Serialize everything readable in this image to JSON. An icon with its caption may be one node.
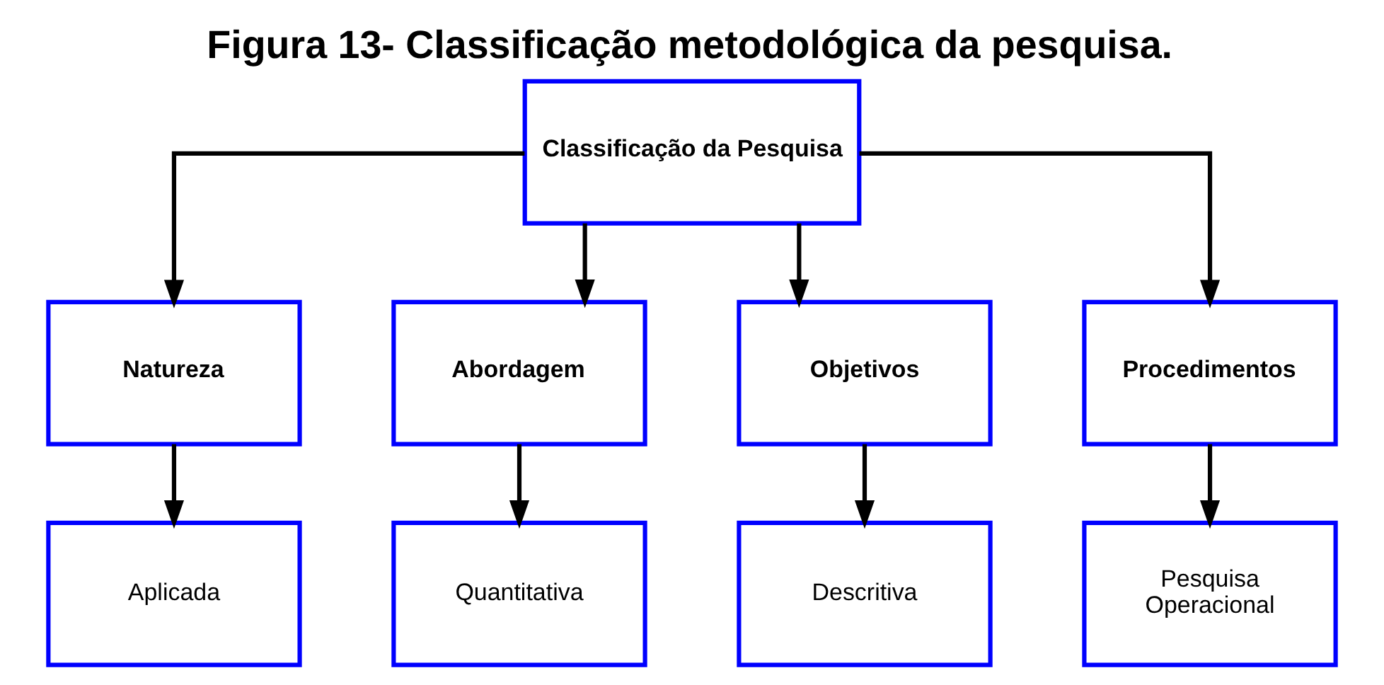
{
  "diagram": {
    "title": "Figura 13- Classificação metodológica da pesquisa.",
    "nodes": [
      {
        "text": [
          "Classificação da Pesquisa"
        ]
      },
      {
        "text": [
          "Natureza"
        ]
      },
      {
        "text": [
          "Abordagem"
        ]
      },
      {
        "text": [
          "Objetivos"
        ]
      },
      {
        "text": [
          "Procedimentos"
        ]
      },
      {
        "text": [
          "Aplicada"
        ]
      },
      {
        "text": [
          "Quantitativa"
        ]
      },
      {
        "text": [
          "Descritiva"
        ]
      },
      {
        "text": [
          "Pesquisa Operacional"
        ]
      }
    ],
    "edges": [
      {
        "from": 0,
        "to": 1,
        "arrow": "to"
      },
      {
        "from": 0,
        "to": 2,
        "arrow": "to"
      },
      {
        "from": 0,
        "to": 3,
        "arrow": "to"
      },
      {
        "from": 0,
        "to": 4,
        "arrow": "to"
      },
      {
        "from": 1,
        "to": 5,
        "arrow": "to"
      },
      {
        "from": 2,
        "to": 6,
        "arrow": "to"
      },
      {
        "from": 3,
        "to": 7,
        "arrow": "to"
      },
      {
        "from": 4,
        "to": 8,
        "arrow": "to"
      }
    ]
  }
}
